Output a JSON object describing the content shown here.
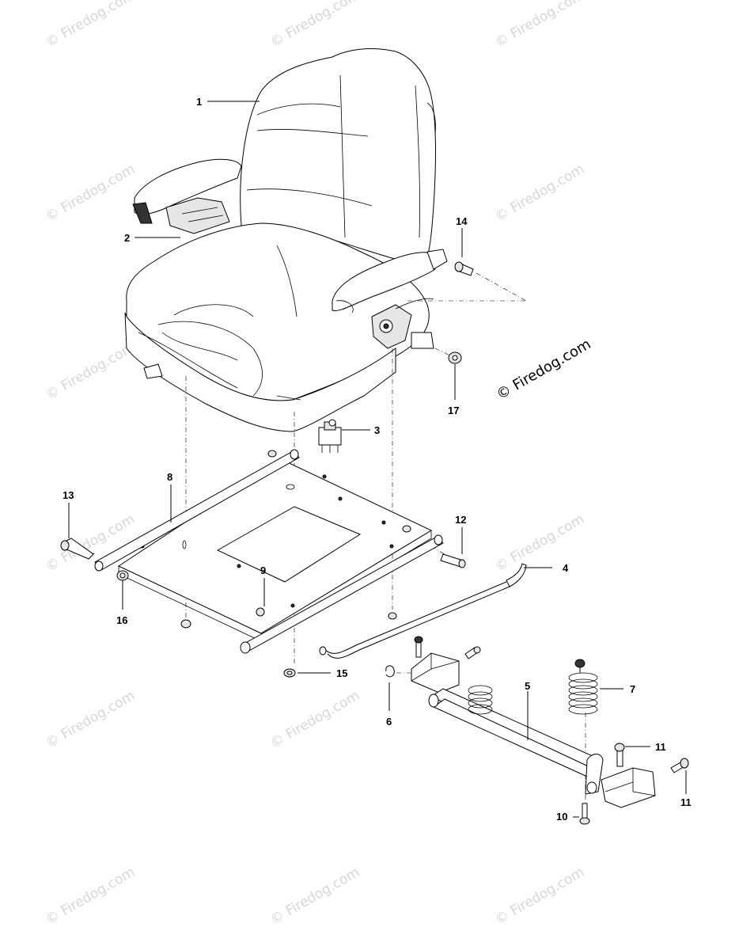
{
  "watermark": {
    "text": "© Firedog.com",
    "main_text": "© Firedog.com"
  },
  "callouts": [
    {
      "id": "1",
      "text": "1"
    },
    {
      "id": "2",
      "text": "2"
    },
    {
      "id": "3",
      "text": "3"
    },
    {
      "id": "4",
      "text": "4"
    },
    {
      "id": "5",
      "text": "5"
    },
    {
      "id": "6",
      "text": "6"
    },
    {
      "id": "7",
      "text": "7"
    },
    {
      "id": "8",
      "text": "8"
    },
    {
      "id": "9",
      "text": "9"
    },
    {
      "id": "10",
      "text": "10"
    },
    {
      "id": "11a",
      "text": "11"
    },
    {
      "id": "11b",
      "text": "11"
    },
    {
      "id": "12",
      "text": "12"
    },
    {
      "id": "13",
      "text": "13"
    },
    {
      "id": "14",
      "text": "14"
    },
    {
      "id": "15",
      "text": "15"
    },
    {
      "id": "16",
      "text": "16"
    },
    {
      "id": "17",
      "text": "17"
    }
  ]
}
